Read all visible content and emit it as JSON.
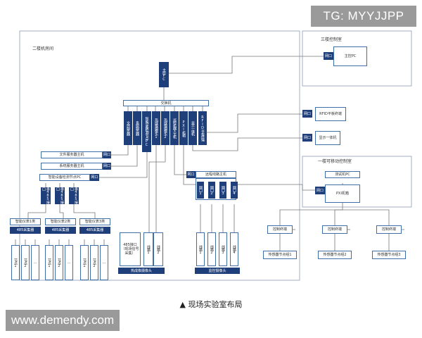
{
  "watermark_top": "TG: MYYJJPP",
  "watermark_bottom": "www.demendy.com",
  "caption": "▲ 现场实验室布局",
  "rooms": {
    "room2": "二楼机房间",
    "room3": "三楼控制室",
    "room1": "一楼可移动控制室"
  },
  "main_pc": "主控PC",
  "port": "网口",
  "switch": "交换机",
  "switch_devices": [
    {
      "label": "文件服务器"
    },
    {
      "label": "系统服务器"
    },
    {
      "label": "智能设备检测节点PC"
    },
    {
      "label": "热成像摄像头1"
    },
    {
      "label": "热成像摄像头2"
    },
    {
      "label": "巡检机器人主机"
    },
    {
      "label": "PXI机箱"
    },
    {
      "label": "显示一体机"
    },
    {
      "label": "RFID平板终端"
    }
  ],
  "file_server": "文件服务器主机",
  "sys_server": "系统服务器主机",
  "smart_pc": "智能设备检测节点PC",
  "serial_ports": [
    "串485接口",
    "串485接口",
    "串485接口"
  ],
  "meters": [
    {
      "name": "智能仪表1类",
      "collector": "485采集器"
    },
    {
      "name": "智能仪表2类",
      "collector": "485采集器"
    },
    {
      "name": "智能仪表3类",
      "collector": "485采集器"
    }
  ],
  "nodes": [
    "节点1",
    "节点2",
    "..."
  ],
  "thermal_group": {
    "iface": "485接口（现场信号采集）",
    "lines": [
      "线路1",
      "线路2"
    ],
    "title": "热成像摄像头"
  },
  "remote_group": {
    "host": "远程线路主机",
    "ports": [
      "网口1",
      "网口2",
      "网口3",
      "网口4"
    ],
    "lines": [
      "线路1",
      "线路2",
      "线路3",
      "线路4"
    ],
    "title": "监控摄像头"
  },
  "rfid": "RFID平板终端",
  "display": "显示一体机",
  "room1_pc": "测试机PC",
  "pxi": "PXI机箱",
  "ctrl_terminals": [
    "控制终端",
    "控制终端",
    "控制终端"
  ],
  "sensors": [
    "传感器节点组1",
    "传感器节点组2",
    "传感器节点组3"
  ]
}
